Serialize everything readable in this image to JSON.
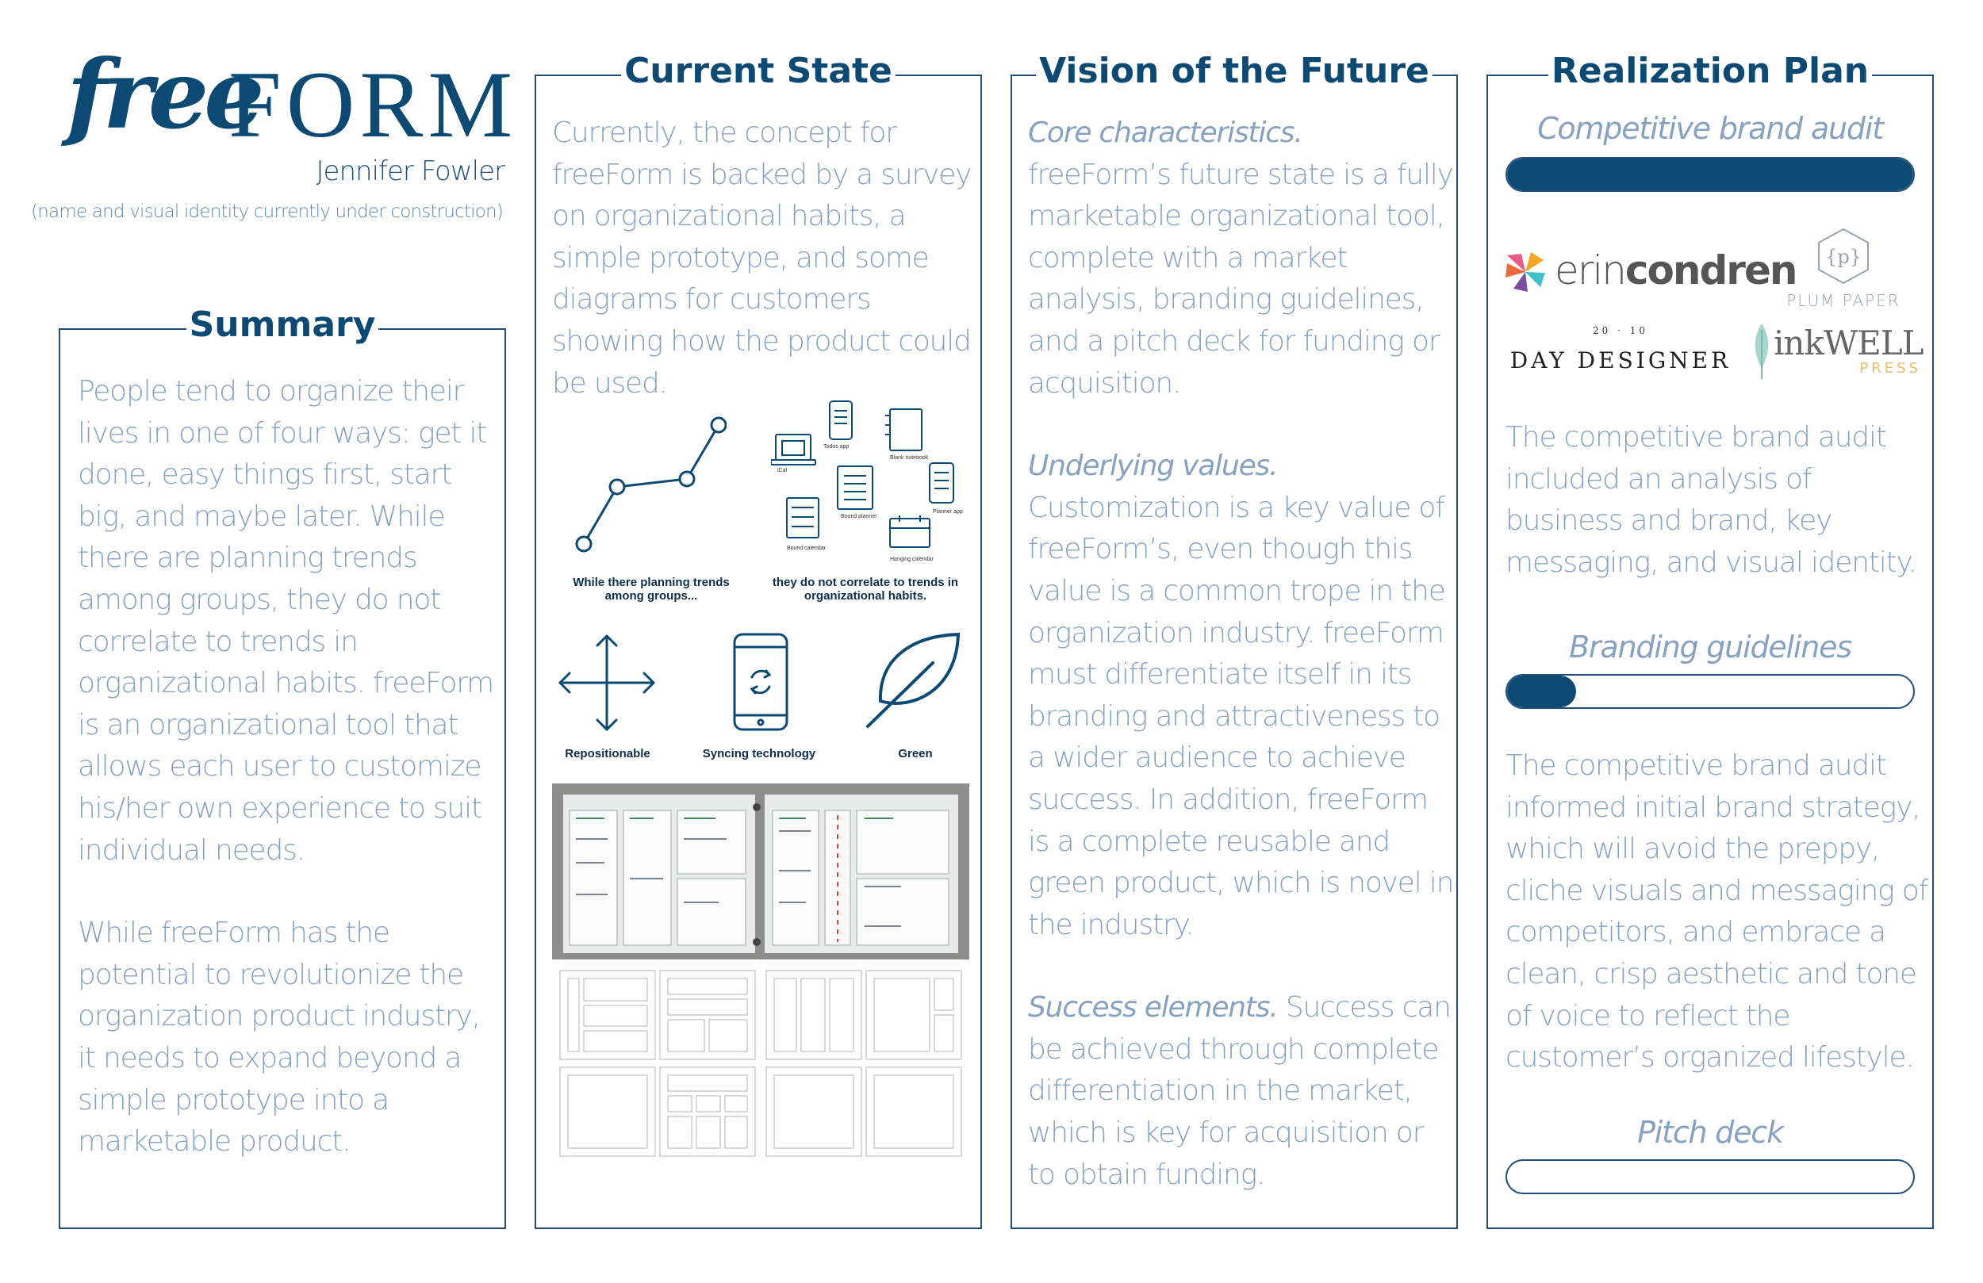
{
  "header": {
    "logo_free": "free",
    "logo_form": "FORM",
    "author": "Jennifer Fowler",
    "note": "(name and visual identity currently under construction)"
  },
  "summary": {
    "title": "Summary",
    "paragraphs": [
      "People tend to organize their lives in one of four ways: get it done, easy things first, start big, and maybe later. While there are planning trends among groups, they do not correlate to trends in organizational habits. freeForm is an organizational tool that allows each user to customize his/her own experience to suit individual needs.",
      "While freeForm has the potential to revolutionize the organization product industry, it needs to expand beyond a simple prototype into a marketable product."
    ]
  },
  "current_state": {
    "title": "Current State",
    "text": "Currently, the concept for freeForm is backed by a survey on organizational habits, a simple prototype, and some diagrams for customers showing how the product could be used.",
    "diagram_caption_left": "While there planning trends among groups...",
    "diagram_caption_right": "they do not correlate to trends in organizational habits.",
    "tiny_labels": {
      "ical": "iCal",
      "todos": "Todos app",
      "blank": "Blank notebook",
      "planner": "Planner app",
      "bound_planner": "Bound planner",
      "bound_calendar": "Bound calendar",
      "hanging": "Hanging calendar"
    },
    "features": [
      {
        "label": "Repositionable",
        "icon": "move-arrows-icon"
      },
      {
        "label": "Syncing technology",
        "icon": "phone-sync-icon"
      },
      {
        "label": "Green",
        "icon": "leaf-icon"
      }
    ]
  },
  "vision": {
    "title": "Vision of the Future",
    "blocks": [
      {
        "heading": "Core characteristics.",
        "text": "freeForm’s future state is a fully marketable organizational tool, complete with a market analysis, branding guidelines, and a pitch deck for funding or acquisition."
      },
      {
        "heading": "Underlying values.",
        "text": "Customization is a key value of freeForm’s, even though this value is a common trope in the organization industry. freeForm must differentiate itself in its branding and attractiveness to a wider audience to achieve success. In addition, freeForm is a complete reusable and green product, which is novel in the industry."
      },
      {
        "heading": "Success elements.",
        "text": "Success can be achieved through complete differentiation in the market, which is key for acquisition or to obtain funding."
      }
    ]
  },
  "realization": {
    "title": "Realization Plan",
    "items": [
      {
        "label": "Competitive brand audit",
        "progress": 1.0
      },
      {
        "label": "Branding guidelines",
        "progress": 0.17
      },
      {
        "label": "Pitch deck",
        "progress": 0.0
      }
    ],
    "brands": {
      "erin_a": "erin",
      "erin_b": "condren",
      "plum_mark": "{p}",
      "plum": "PLUM PAPER",
      "day_small": "20 · 10",
      "day": "DAY DESIGNER",
      "ink_a": "ink",
      "ink_b": "WELL",
      "ink_c": "PRESS"
    },
    "audit_text": "The competitive brand audit included an analysis of business and brand, key messaging, and visual identity.",
    "branding_text": "The competitive brand audit informed initial brand strategy, which will avoid the preppy, cliche visuals and messaging of competitors, and embrace a clean, crisp aesthetic and tone of voice to reflect the customer’s organized lifestyle."
  },
  "colors": {
    "navy": "#0d4a73",
    "text_light": "#87a2c0",
    "border": "#1f4e79"
  }
}
